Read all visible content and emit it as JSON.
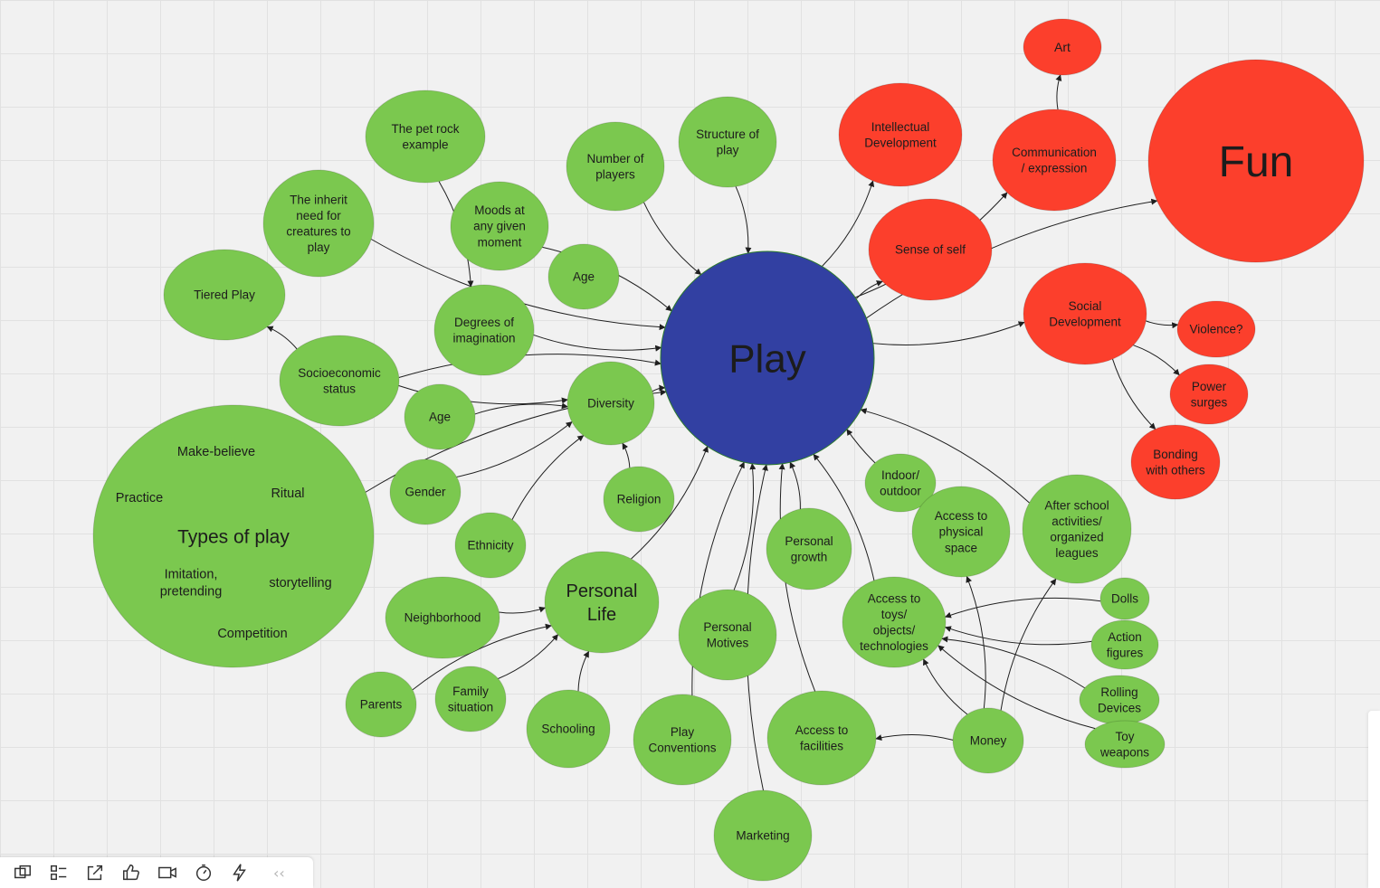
{
  "colors": {
    "green": "#7bc84f",
    "red": "#fc3f2c",
    "blue": "#3240a2",
    "edge": "#1f1f1f"
  },
  "nodes": [
    {
      "id": "play",
      "label": "Play",
      "color": "blue",
      "textColor": "#ffffff",
      "emphasis": "center"
    },
    {
      "id": "fun",
      "label": "Fun",
      "color": "red",
      "emphasis": "title"
    },
    {
      "id": "art",
      "label": "Art",
      "color": "red"
    },
    {
      "id": "communication",
      "label": "Communication\n/ expression",
      "color": "red"
    },
    {
      "id": "intellectual",
      "label": "Intellectual\nDevelopment",
      "color": "red"
    },
    {
      "id": "sense-of-self",
      "label": "Sense of self",
      "color": "red"
    },
    {
      "id": "social",
      "label": "Social\nDevelopment",
      "color": "red"
    },
    {
      "id": "violence",
      "label": "Violence?",
      "color": "red"
    },
    {
      "id": "power-surges",
      "label": "Power\nsurges",
      "color": "red"
    },
    {
      "id": "bonding",
      "label": "Bonding\nwith others",
      "color": "red"
    },
    {
      "id": "pet-rock",
      "label": "The pet rock\nexample",
      "color": "green"
    },
    {
      "id": "number-players",
      "label": "Number of\nplayers",
      "color": "green"
    },
    {
      "id": "structure",
      "label": "Structure of\nplay",
      "color": "green"
    },
    {
      "id": "inherit-need",
      "label": "The inherit\nneed for\ncreatures to\nplay",
      "color": "green"
    },
    {
      "id": "moods",
      "label": "Moods at\nany given\nmoment",
      "color": "green"
    },
    {
      "id": "age-top",
      "label": "Age",
      "color": "green"
    },
    {
      "id": "tiered",
      "label": "Tiered Play",
      "color": "green"
    },
    {
      "id": "imagination",
      "label": "Degrees of\nimagination",
      "color": "green"
    },
    {
      "id": "socioeconomic",
      "label": "Socioeconomic\nstatus",
      "color": "green"
    },
    {
      "id": "diversity",
      "label": "Diversity",
      "color": "green"
    },
    {
      "id": "age-mid",
      "label": "Age",
      "color": "green"
    },
    {
      "id": "gender",
      "label": "Gender",
      "color": "green"
    },
    {
      "id": "religion",
      "label": "Religion",
      "color": "green"
    },
    {
      "id": "ethnicity",
      "label": "Ethnicity",
      "color": "green"
    },
    {
      "id": "personal-life",
      "label": "Personal\nLife",
      "color": "green",
      "emphasis": "large"
    },
    {
      "id": "neighborhood",
      "label": "Neighborhood",
      "color": "green"
    },
    {
      "id": "parents",
      "label": "Parents",
      "color": "green"
    },
    {
      "id": "family",
      "label": "Family\nsituation",
      "color": "green"
    },
    {
      "id": "schooling",
      "label": "Schooling",
      "color": "green"
    },
    {
      "id": "play-conventions",
      "label": "Play\nConventions",
      "color": "green"
    },
    {
      "id": "personal-motives",
      "label": "Personal\nMotives",
      "color": "green"
    },
    {
      "id": "marketing",
      "label": "Marketing",
      "color": "green"
    },
    {
      "id": "personal-growth",
      "label": "Personal\ngrowth",
      "color": "green"
    },
    {
      "id": "access-facilities",
      "label": "Access to\nfacilities",
      "color": "green"
    },
    {
      "id": "indoor",
      "label": "Indoor/\noutdoor",
      "color": "green"
    },
    {
      "id": "access-physical",
      "label": "Access to\nphysical\nspace",
      "color": "green"
    },
    {
      "id": "access-toys",
      "label": "Access to\ntoys/\nobjects/\ntechnologies",
      "color": "green"
    },
    {
      "id": "after-school",
      "label": "After school\nactivities/\norganized\nleagues",
      "color": "green"
    },
    {
      "id": "dolls",
      "label": "Dolls",
      "color": "green"
    },
    {
      "id": "action-figures",
      "label": "Action\nfigures",
      "color": "green"
    },
    {
      "id": "rolling",
      "label": "Rolling\nDevices",
      "color": "green"
    },
    {
      "id": "toy-weapons",
      "label": "Toy\nweapons",
      "color": "green"
    },
    {
      "id": "money",
      "label": "Money",
      "color": "green"
    },
    {
      "id": "types-of-play",
      "label": "Types of play",
      "color": "green",
      "emphasis": "large",
      "items": [
        "Make-believe",
        "Practice",
        "Ritual",
        "Imitation,\npretending",
        "storytelling",
        "Competition"
      ]
    }
  ],
  "edges": [
    {
      "from": "pet-rock",
      "to": "imagination"
    },
    {
      "from": "number-players",
      "to": "play"
    },
    {
      "from": "structure",
      "to": "play"
    },
    {
      "from": "inherit-need",
      "to": "play"
    },
    {
      "from": "moods",
      "to": "play"
    },
    {
      "from": "imagination",
      "to": "play"
    },
    {
      "from": "socioeconomic",
      "to": "play"
    },
    {
      "from": "socioeconomic",
      "to": "tiered"
    },
    {
      "from": "types-of-play",
      "to": "play"
    },
    {
      "from": "socioeconomic",
      "to": "diversity"
    },
    {
      "from": "age-mid",
      "to": "diversity"
    },
    {
      "from": "gender",
      "to": "diversity"
    },
    {
      "from": "ethnicity",
      "to": "diversity"
    },
    {
      "from": "religion",
      "to": "diversity"
    },
    {
      "from": "diversity",
      "to": "play"
    },
    {
      "from": "neighborhood",
      "to": "personal-life"
    },
    {
      "from": "parents",
      "to": "personal-life"
    },
    {
      "from": "family",
      "to": "personal-life"
    },
    {
      "from": "schooling",
      "to": "personal-life"
    },
    {
      "from": "personal-life",
      "to": "play"
    },
    {
      "from": "play-conventions",
      "to": "play"
    },
    {
      "from": "personal-motives",
      "to": "play"
    },
    {
      "from": "marketing",
      "to": "play"
    },
    {
      "from": "personal-growth",
      "to": "play"
    },
    {
      "from": "access-facilities",
      "to": "play"
    },
    {
      "from": "access-toys",
      "to": "play"
    },
    {
      "from": "access-physical",
      "to": "play"
    },
    {
      "from": "after-school",
      "to": "play"
    },
    {
      "from": "access-physical",
      "to": "indoor"
    },
    {
      "from": "money",
      "to": "access-physical"
    },
    {
      "from": "money",
      "to": "access-toys"
    },
    {
      "from": "money",
      "to": "access-facilities"
    },
    {
      "from": "money",
      "to": "after-school"
    },
    {
      "from": "dolls",
      "to": "access-toys"
    },
    {
      "from": "action-figures",
      "to": "access-toys"
    },
    {
      "from": "rolling",
      "to": "access-toys"
    },
    {
      "from": "toy-weapons",
      "to": "access-toys"
    },
    {
      "from": "play",
      "to": "intellectual"
    },
    {
      "from": "play",
      "to": "sense-of-self"
    },
    {
      "from": "play",
      "to": "communication"
    },
    {
      "from": "play",
      "to": "fun"
    },
    {
      "from": "play",
      "to": "social"
    },
    {
      "from": "communication",
      "to": "art"
    },
    {
      "from": "social",
      "to": "violence"
    },
    {
      "from": "social",
      "to": "power-surges"
    },
    {
      "from": "social",
      "to": "bonding"
    }
  ],
  "toolbar": [
    {
      "name": "frames-icon"
    },
    {
      "name": "outline-icon"
    },
    {
      "name": "share-icon"
    },
    {
      "name": "like-icon"
    },
    {
      "name": "video-icon"
    },
    {
      "name": "timer-icon"
    },
    {
      "name": "lightning-icon"
    }
  ],
  "toolbar_collapse": "‹‹"
}
